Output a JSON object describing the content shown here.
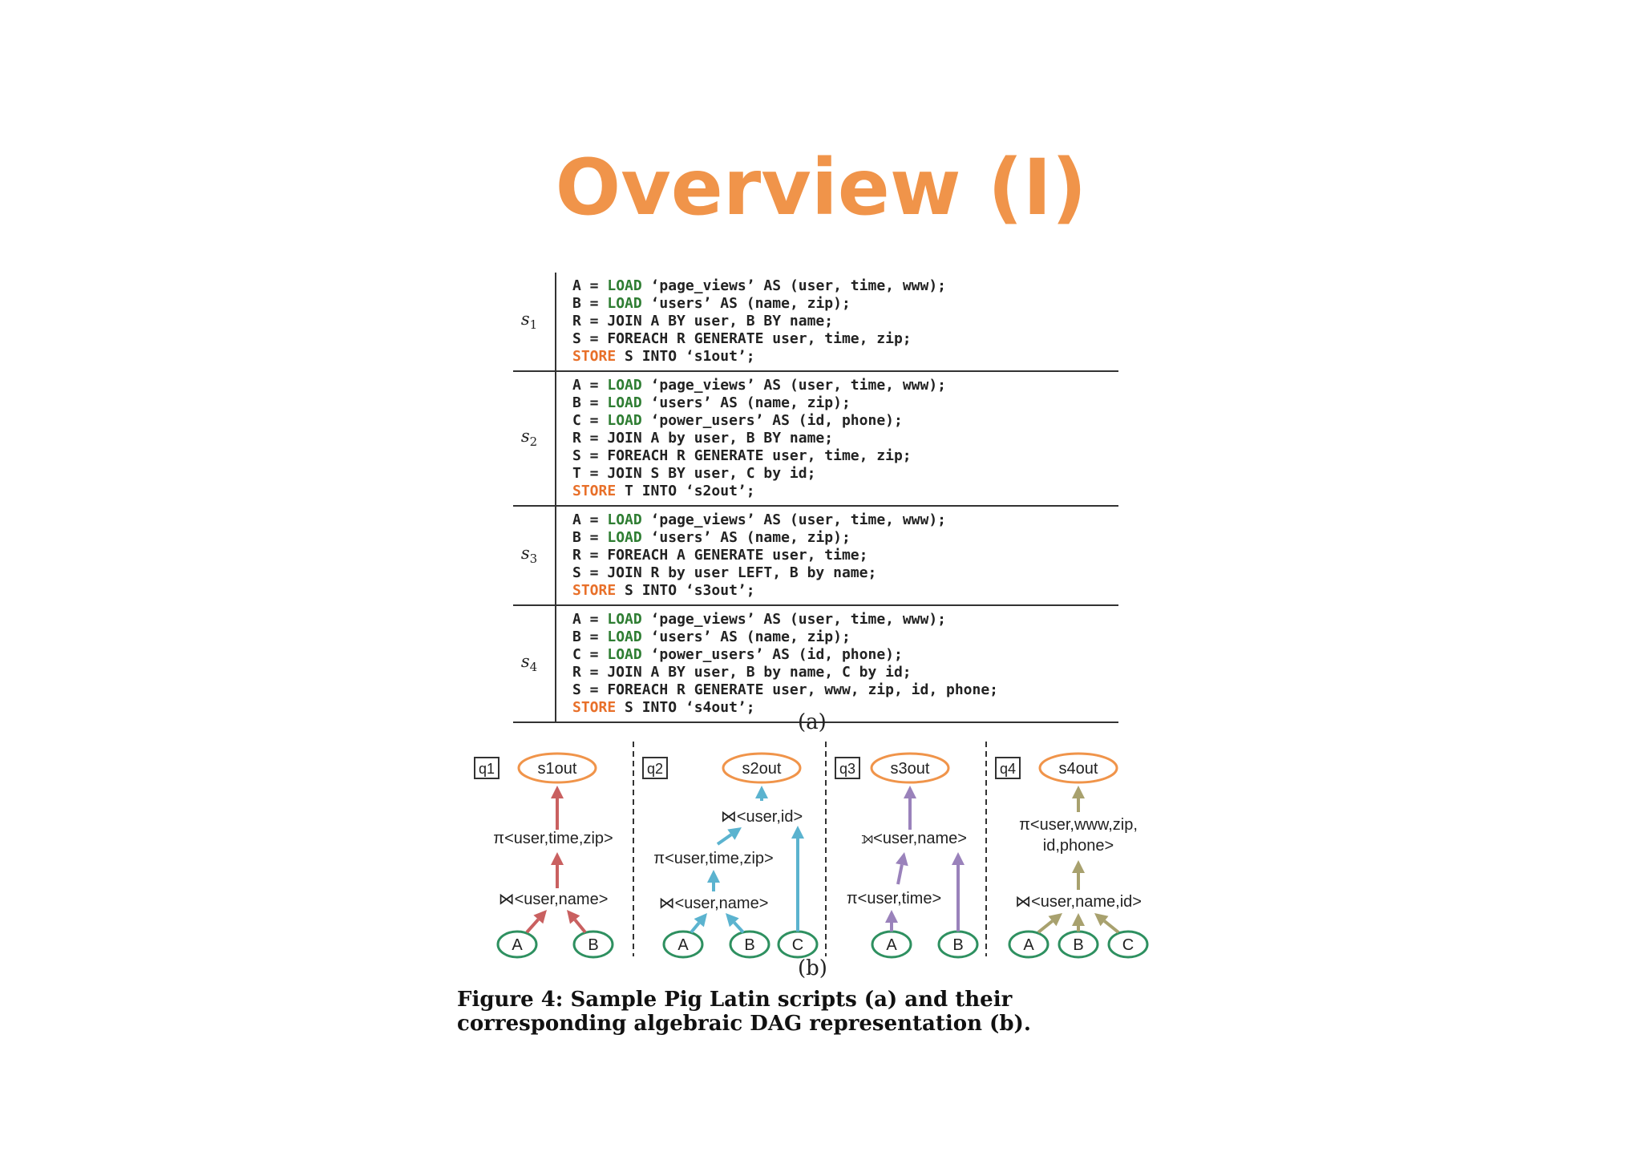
{
  "slide": {
    "title": "Overview (I)"
  },
  "table": {
    "scripts": [
      {
        "sym": "s",
        "sub": "1",
        "lines": [
          [
            [
              "",
              "A = "
            ],
            [
              "load",
              "LOAD"
            ],
            [
              "",
              " ‘page_views’ AS (user, time, www);"
            ]
          ],
          [
            [
              "",
              "B = "
            ],
            [
              "load",
              "LOAD"
            ],
            [
              "",
              " ‘users’ AS (name, zip);"
            ]
          ],
          [
            [
              "",
              "R = JOIN A BY user, B BY name;"
            ]
          ],
          [
            [
              "",
              "S = FOREACH R GENERATE user, time, zip;"
            ]
          ],
          [
            [
              "store",
              "STORE"
            ],
            [
              "",
              " S INTO ‘s1out’;"
            ]
          ]
        ]
      },
      {
        "sym": "s",
        "sub": "2",
        "lines": [
          [
            [
              "",
              "A = "
            ],
            [
              "load",
              "LOAD"
            ],
            [
              "",
              " ‘page_views’ AS (user, time, www);"
            ]
          ],
          [
            [
              "",
              "B = "
            ],
            [
              "load",
              "LOAD"
            ],
            [
              "",
              " ‘users’ AS (name, zip);"
            ]
          ],
          [
            [
              "",
              "C = "
            ],
            [
              "load",
              "LOAD"
            ],
            [
              "",
              " ‘power_users’ AS (id, phone);"
            ]
          ],
          [
            [
              "",
              "R = JOIN A by user, B BY name;"
            ]
          ],
          [
            [
              "",
              "S = FOREACH R GENERATE user, time, zip;"
            ]
          ],
          [
            [
              "",
              "T = JOIN S BY user, C by id;"
            ]
          ],
          [
            [
              "store",
              "STORE"
            ],
            [
              "",
              " T INTO ‘s2out’;"
            ]
          ]
        ]
      },
      {
        "sym": "s",
        "sub": "3",
        "lines": [
          [
            [
              "",
              "A = "
            ],
            [
              "load",
              "LOAD"
            ],
            [
              "",
              " ‘page_views’ AS (user, time, www);"
            ]
          ],
          [
            [
              "",
              "B = "
            ],
            [
              "load",
              "LOAD"
            ],
            [
              "",
              " ‘users’ AS (name, zip);"
            ]
          ],
          [
            [
              "",
              "R = FOREACH A GENERATE user, time;"
            ]
          ],
          [
            [
              "",
              "S = JOIN R by user LEFT, B by name;"
            ]
          ],
          [
            [
              "store",
              "STORE"
            ],
            [
              "",
              " S INTO ‘s3out’;"
            ]
          ]
        ]
      },
      {
        "sym": "s",
        "sub": "4",
        "lines": [
          [
            [
              "",
              "A = "
            ],
            [
              "load",
              "LOAD"
            ],
            [
              "",
              " ‘page_views’ AS (user, time, www);"
            ]
          ],
          [
            [
              "",
              "B = "
            ],
            [
              "load",
              "LOAD"
            ],
            [
              "",
              " ‘users’ AS (name, zip);"
            ]
          ],
          [
            [
              "",
              "C = "
            ],
            [
              "load",
              "LOAD"
            ],
            [
              "",
              " ‘power_users’ AS (id, phone);"
            ]
          ],
          [
            [
              "",
              "R = JOIN A BY user, B by name, C by id;"
            ]
          ],
          [
            [
              "",
              "S = FOREACH R GENERATE user, www, zip, id, phone;"
            ]
          ],
          [
            [
              "store",
              "STORE"
            ],
            [
              "",
              " S INTO ‘s4out’;"
            ]
          ]
        ]
      }
    ],
    "caption": "(a)"
  },
  "dag": {
    "caption": "(b)",
    "colors": {
      "q1": "#c96060",
      "q2": "#5bb3cf",
      "q3": "#9a82bb",
      "q4": "#a8a16e",
      "output": "#f0944a",
      "input": "#2e9060",
      "box": "#333333",
      "text": "#222222"
    },
    "q1": {
      "id": "q1",
      "out": "s1out",
      "proj": "π<user,time,zip>",
      "join": "⋈<user,name>",
      "in_a": "A",
      "in_b": "B"
    },
    "q2": {
      "id": "q2",
      "out": "s2out",
      "join2": "⋈<user,id>",
      "proj": "π<user,time,zip>",
      "join": "⋈<user,name>",
      "in_a": "A",
      "in_b": "B",
      "in_c": "C"
    },
    "q3": {
      "id": "q3",
      "out": "s3out",
      "join": "⟕<user,name>",
      "proj": "π<user,time>",
      "in_a": "A",
      "in_b": "B"
    },
    "q4": {
      "id": "q4",
      "out": "s4out",
      "proj_l1": "π<user,www,zip,",
      "proj_l2": "id,phone>",
      "join": "⋈<user,name,id>",
      "in_a": "A",
      "in_b": "B",
      "in_c": "C"
    }
  },
  "figure_caption": "Figure 4: Sample Pig Latin scripts (a) and their corresponding algebraic DAG representation (b)."
}
